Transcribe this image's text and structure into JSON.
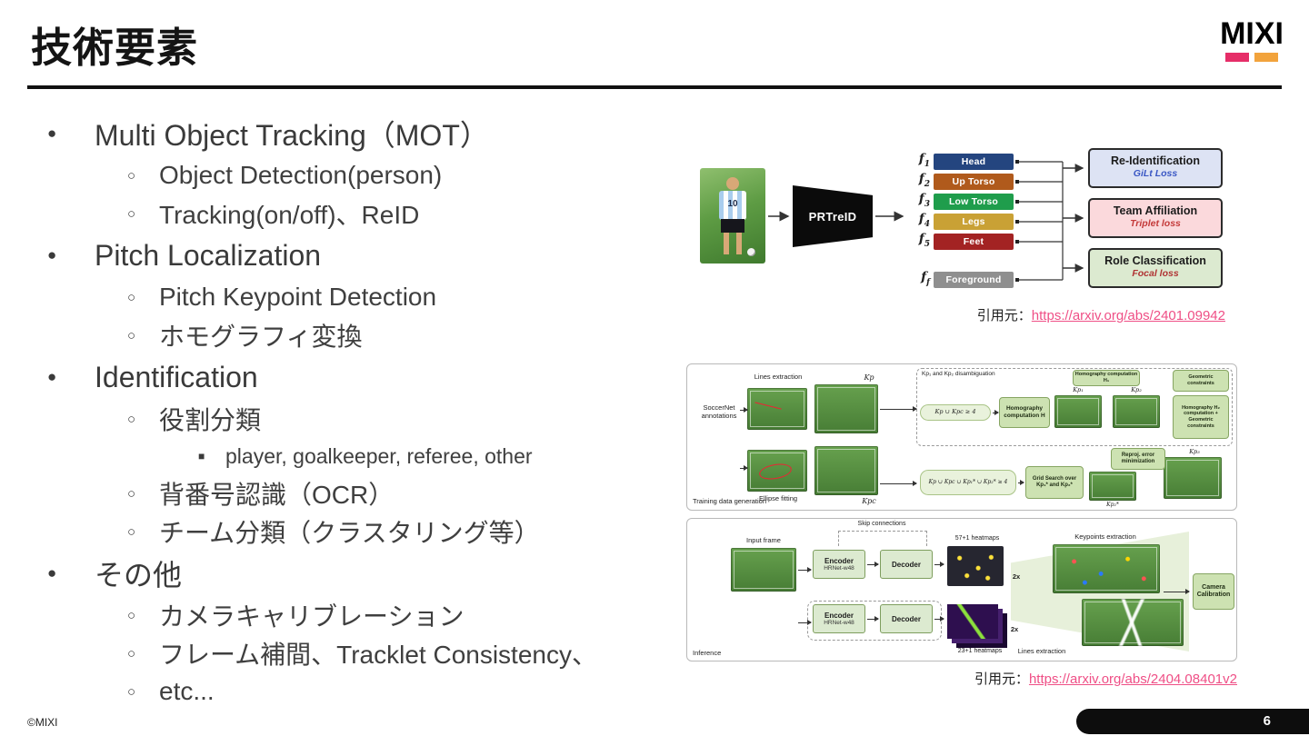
{
  "header": {
    "title": "技術要素",
    "logo_text": "MIXI",
    "logo_colors": {
      "pink": "#e62e68",
      "orange": "#f2a33c"
    }
  },
  "markers": {
    "l1": "●",
    "l2": "○",
    "l3": "■"
  },
  "bullets": [
    {
      "level": 1,
      "label": "Multi Object Tracking（MOT）"
    },
    {
      "level": 2,
      "label": "Object Detection(person)"
    },
    {
      "level": 2,
      "label": "Tracking(on/off)、ReID"
    },
    {
      "level": 1,
      "label": "Pitch Localization"
    },
    {
      "level": 2,
      "label": "Pitch Keypoint Detection"
    },
    {
      "level": 2,
      "label": "ホモグラフィ変換"
    },
    {
      "level": 1,
      "label": "Identification"
    },
    {
      "level": 2,
      "label": "役割分類"
    },
    {
      "level": 3,
      "label": "player, goalkeeper, referee, other"
    },
    {
      "level": 2,
      "label": "背番号認識（OCR）"
    },
    {
      "level": 2,
      "label": "チーム分類（クラスタリング等）"
    },
    {
      "level": 1,
      "label": "その他"
    },
    {
      "level": 2,
      "label": "カメラキャリブレーション"
    },
    {
      "level": 2,
      "label": "フレーム補間、Tracklet Consistency、"
    },
    {
      "level": 2,
      "label": "etc..."
    }
  ],
  "figure1": {
    "player_number": "10",
    "model": "PRTreID",
    "features": [
      {
        "sym": "f",
        "sub": "1"
      },
      {
        "sym": "f",
        "sub": "2"
      },
      {
        "sym": "f",
        "sub": "3"
      },
      {
        "sym": "f",
        "sub": "4"
      },
      {
        "sym": "f",
        "sub": "5"
      }
    ],
    "feature_fg": {
      "sym": "f",
      "sub": "f"
    },
    "parts": [
      {
        "label": "Head",
        "color": "#24457f"
      },
      {
        "label": "Up Torso",
        "color": "#b05a1c"
      },
      {
        "label": "Low Torso",
        "color": "#1f9d4c"
      },
      {
        "label": "Legs",
        "color": "#c9a135"
      },
      {
        "label": "Feet",
        "color": "#a32323"
      }
    ],
    "foreground": {
      "label": "Foreground",
      "color": "#8f8f8f"
    },
    "outputs": [
      {
        "title": "Re-Identification",
        "subtitle": "GiLt Loss",
        "bg": "#dde3f4",
        "accent": "#3a57c4"
      },
      {
        "title": "Team Affiliation",
        "subtitle": "Triplet loss",
        "bg": "#fbd9dc",
        "accent": "#c43a3a"
      },
      {
        "title": "Role Classification",
        "subtitle": "Focal loss",
        "bg": "#dcead0",
        "accent": "#b03434"
      }
    ],
    "citation_prefix": "引用元：",
    "citation_link": "https://arxiv.org/abs/2401.09942"
  },
  "figure2": {
    "panelA": {
      "soccernet": "SoccerNet annotations",
      "lines_extraction": "Lines extraction",
      "ellipse_fitting": "Ellipse fitting",
      "kp": "Kp",
      "kpc": "Kpc",
      "disambiguation": "Kp₁ and Kp₂ disambiguation",
      "cond1": "Kp ∪ Kpc ≥ 4",
      "homography_h": "Homography computation H",
      "homography_h1": "Homography computation H₁",
      "kp1": "Kp₁",
      "kp2": "Kp₂",
      "geometric": "Geometric constraints",
      "homography_h2": "Homography H₂ computation + Geometric constraints",
      "reproj": "Reproj. error minimization",
      "grid_search": "Grid Search over Kp₁* and Kp₂*",
      "cond2": "Kp ∪ Kpc ∪ Kp₁* ∪ Kp₂* ≥ 4",
      "kp3": "Kp₃",
      "kp2star": "Kp₂*",
      "caption": "Training data generation"
    },
    "panelB": {
      "skip": "Skip connections",
      "input_frame": "Input frame",
      "encoder": "Encoder",
      "encoder_sub": "HRNet-w48",
      "decoder": "Decoder",
      "heatmaps57": "57+1 heatmaps",
      "heatmaps23": "23+1 heatmaps",
      "x2": "2x",
      "keypoints_extraction": "Keypoints extraction",
      "lines_extraction": "Lines extraction",
      "camera_calibration": "Camera Calibration",
      "caption": "Inference"
    },
    "citation_prefix": "引用元：",
    "citation_link": "https://arxiv.org/abs/2404.08401v2"
  },
  "footer": {
    "copyright": "©MIXI",
    "page": "6"
  }
}
